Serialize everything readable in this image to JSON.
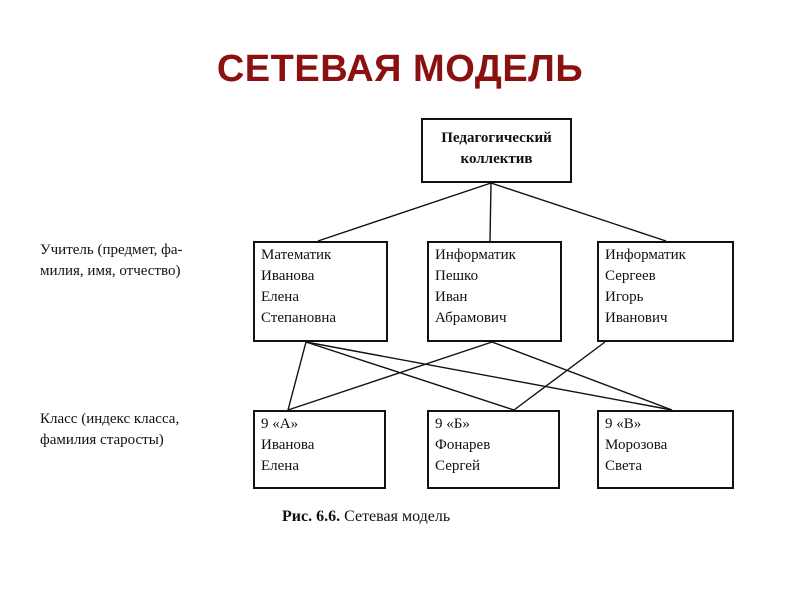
{
  "title": "СЕТЕВАЯ МОДЕЛЬ",
  "root": {
    "lines": [
      "Педагогический",
      "коллектив"
    ]
  },
  "labels": {
    "teacher": [
      "Учитель (предмет, фа-",
      "милия, имя, отчество)"
    ],
    "class": [
      "Класс (индекс класса,",
      "фамилия старосты)"
    ]
  },
  "teachers": [
    {
      "lines": [
        "Математик",
        "Иванова",
        "Елена",
        "Степановна"
      ]
    },
    {
      "lines": [
        "Информатик",
        "Пешко",
        "Иван",
        "Абрамович"
      ]
    },
    {
      "lines": [
        "Информатик",
        "Сергеев",
        "Игорь",
        "Иванович"
      ]
    }
  ],
  "classes": [
    {
      "lines": [
        "9 «А»",
        "Иванова",
        "Елена"
      ]
    },
    {
      "lines": [
        "9 «Б»",
        "Фонарев",
        "Сергей"
      ]
    },
    {
      "lines": [
        "9 «В»",
        "Морозова",
        "Света"
      ]
    }
  ],
  "links": [
    {
      "teacher": 0,
      "class": 0
    },
    {
      "teacher": 0,
      "class": 1
    },
    {
      "teacher": 0,
      "class": 2
    },
    {
      "teacher": 1,
      "class": 0
    },
    {
      "teacher": 1,
      "class": 2
    },
    {
      "teacher": 2,
      "class": 1
    }
  ],
  "caption": {
    "number": "Рис. 6.6.",
    "text": "Сетевая модель"
  }
}
